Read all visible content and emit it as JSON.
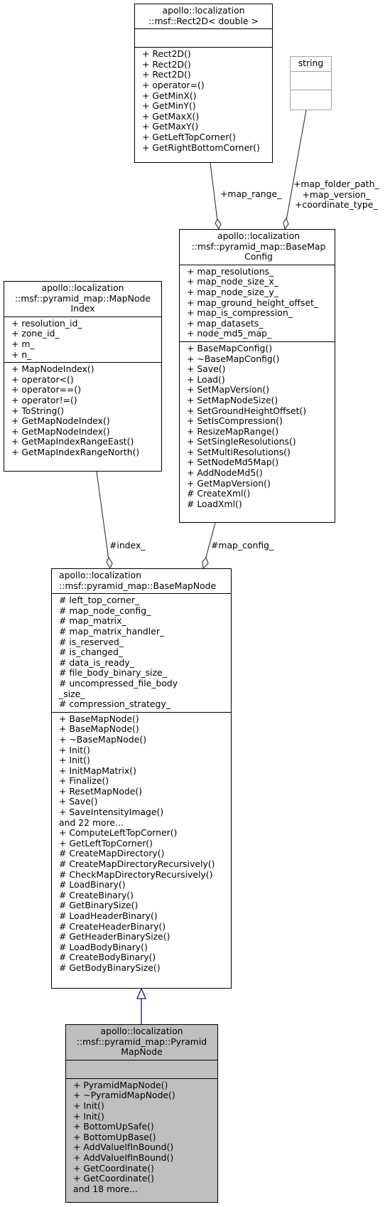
{
  "classes": {
    "rect2d": {
      "title": [
        "apollo::localization",
        "::msf::Rect2D< double >"
      ],
      "attributes": [],
      "methods": [
        "+ Rect2D()",
        "+ Rect2D()",
        "+ Rect2D()",
        "+ operator=()",
        "+ GetMinX()",
        "+ GetMinY()",
        "+ GetMaxX()",
        "+ GetMaxY()",
        "+ GetLeftTopCorner()",
        "+ GetRightBottomCorner()"
      ]
    },
    "string": {
      "title": [
        "string"
      ],
      "attributes": [],
      "methods": []
    },
    "base_map_config": {
      "title": [
        "apollo::localization",
        "::msf::pyramid_map::BaseMap",
        "Config"
      ],
      "attributes": [
        "+ map_resolutions_",
        "+ map_node_size_x_",
        "+ map_node_size_y_",
        "+ map_ground_height_offset_",
        "+ map_is_compression_",
        "+ map_datasets_",
        "+ node_md5_map_"
      ],
      "methods": [
        "+ BaseMapConfig()",
        "+ ~BaseMapConfig()",
        "+ Save()",
        "+ Load()",
        "+ SetMapVersion()",
        "+ SetMapNodeSize()",
        "+ SetGroundHeightOffset()",
        "+ SetIsCompression()",
        "+ ResizeMapRange()",
        "+ SetSingleResolutions()",
        "+ SetMultiResolutions()",
        "+ SetNodeMd5Map()",
        "+ AddNodeMd5()",
        "+ GetMapVersion()",
        "# CreateXml()",
        "# LoadXml()"
      ]
    },
    "map_node_index": {
      "title": [
        "apollo::localization",
        "::msf::pyramid_map::MapNode",
        "Index"
      ],
      "attributes": [
        "+ resolution_id_",
        "+ zone_id_",
        "+ m_",
        "+ n_"
      ],
      "methods": [
        "+ MapNodeIndex()",
        "+ operator<()",
        "+ operator==()",
        "+ operator!=()",
        "+ ToString()",
        "+ GetMapNodeIndex()",
        "+ GetMapNodeIndex()",
        "+ GetMapIndexRangeEast()",
        "+ GetMapIndexRangeNorth()"
      ]
    },
    "base_map_node": {
      "title": [
        "apollo::localization",
        "::msf::pyramid_map::BaseMapNode"
      ],
      "attributes": [
        "# left_top_corner_",
        "# map_node_config_",
        "# map_matrix_",
        "# map_matrix_handler_",
        "# is_reserved_",
        "# is_changed_",
        "# data_is_ready_",
        "# file_body_binary_size_",
        "# uncompressed_file_body",
        "_size_",
        "# compression_strategy_"
      ],
      "methods": [
        "+ BaseMapNode()",
        "+ BaseMapNode()",
        "+ ~BaseMapNode()",
        "+ Init()",
        "+ Init()",
        "+ InitMapMatrix()",
        "+ Finalize()",
        "+ ResetMapNode()",
        "+ Save()",
        "+ SaveIntensityImage()",
        "and 22 more...",
        "+ ComputeLeftTopCorner()",
        "+ GetLeftTopCorner()",
        "# CreateMapDirectory()",
        "# CreateMapDirectoryRecursively()",
        "# CheckMapDirectoryRecursively()",
        "# LoadBinary()",
        "# CreateBinary()",
        "# GetBinarySize()",
        "# LoadHeaderBinary()",
        "# CreateHeaderBinary()",
        "# GetHeaderBinarySize()",
        "# LoadBodyBinary()",
        "# CreateBodyBinary()",
        "# GetBodyBinarySize()"
      ]
    },
    "pyramid_map_node": {
      "title": [
        "apollo::localization",
        "::msf::pyramid_map::Pyramid",
        "MapNode"
      ],
      "attributes": [],
      "methods": [
        "+ PyramidMapNode()",
        "+ ~PyramidMapNode()",
        "+ Init()",
        "+ Init()",
        "+ BottomUpSafe()",
        "+ BottomUpBase()",
        "+ AddValueIfInBound()",
        "+ AddValueIfInBound()",
        "+ GetCoordinate()",
        "+ GetCoordinate()",
        "and 18 more..."
      ]
    }
  },
  "edge_labels": {
    "map_range": [
      "+map_range_"
    ],
    "string_members": [
      "+map_folder_path_",
      "+map_version_",
      "+coordinate_type_"
    ],
    "index": [
      "#index_"
    ],
    "map_config": [
      "#map_config_"
    ]
  },
  "colors": {
    "highlight_fill": "#bfbfbf",
    "inheritance_arrow": "#191970",
    "external_border": "#a0a0a0"
  }
}
